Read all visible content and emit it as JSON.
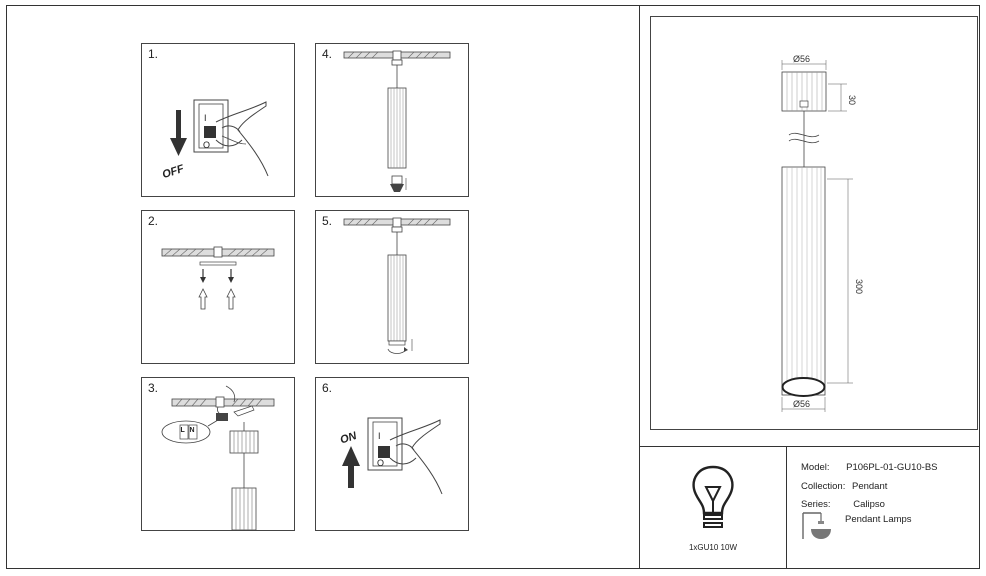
{
  "steps": [
    {
      "number": "1.",
      "switch_label": "OFF",
      "switch_on": "I",
      "switch_off": "O"
    },
    {
      "number": "2."
    },
    {
      "number": "3.",
      "terminal_l": "L",
      "terminal_n": "N"
    },
    {
      "number": "4."
    },
    {
      "number": "5."
    },
    {
      "number": "6.",
      "switch_label": "ON",
      "switch_on": "I",
      "switch_off": "O"
    }
  ],
  "dimensions": {
    "canopy_diameter": "Ø56",
    "canopy_height": "30",
    "body_length": "300",
    "body_diameter": "Ø56"
  },
  "bulb": {
    "label": "1xGU10 10W",
    "icon": "bulb-icon"
  },
  "info": {
    "model_label": "Model:",
    "model_value": "P106PL-01-GU10-BS",
    "collection_label": "Collection:",
    "collection_value": "Pendant",
    "series_label": "Series:",
    "series_value": "Calipso",
    "category_value": "Pendant Lamps",
    "category_icon": "pendant-lamp-icon"
  }
}
